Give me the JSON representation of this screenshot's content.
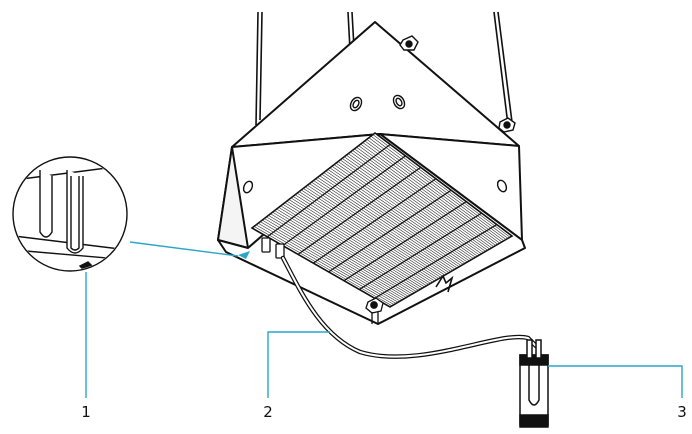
{
  "diagram": {
    "callouts": [
      {
        "id": "1",
        "label": "1"
      },
      {
        "id": "2",
        "label": "2"
      },
      {
        "id": "3",
        "label": "3"
      }
    ],
    "colors": {
      "leader_line": "#2aa6c9",
      "outline": "#111111",
      "background": "#ffffff",
      "sample_tube_cap": "#111111"
    },
    "icons": {
      "detail_magnifier": "magnifier-circle-icon",
      "sample_tube": "sampling-tube-icon"
    }
  }
}
